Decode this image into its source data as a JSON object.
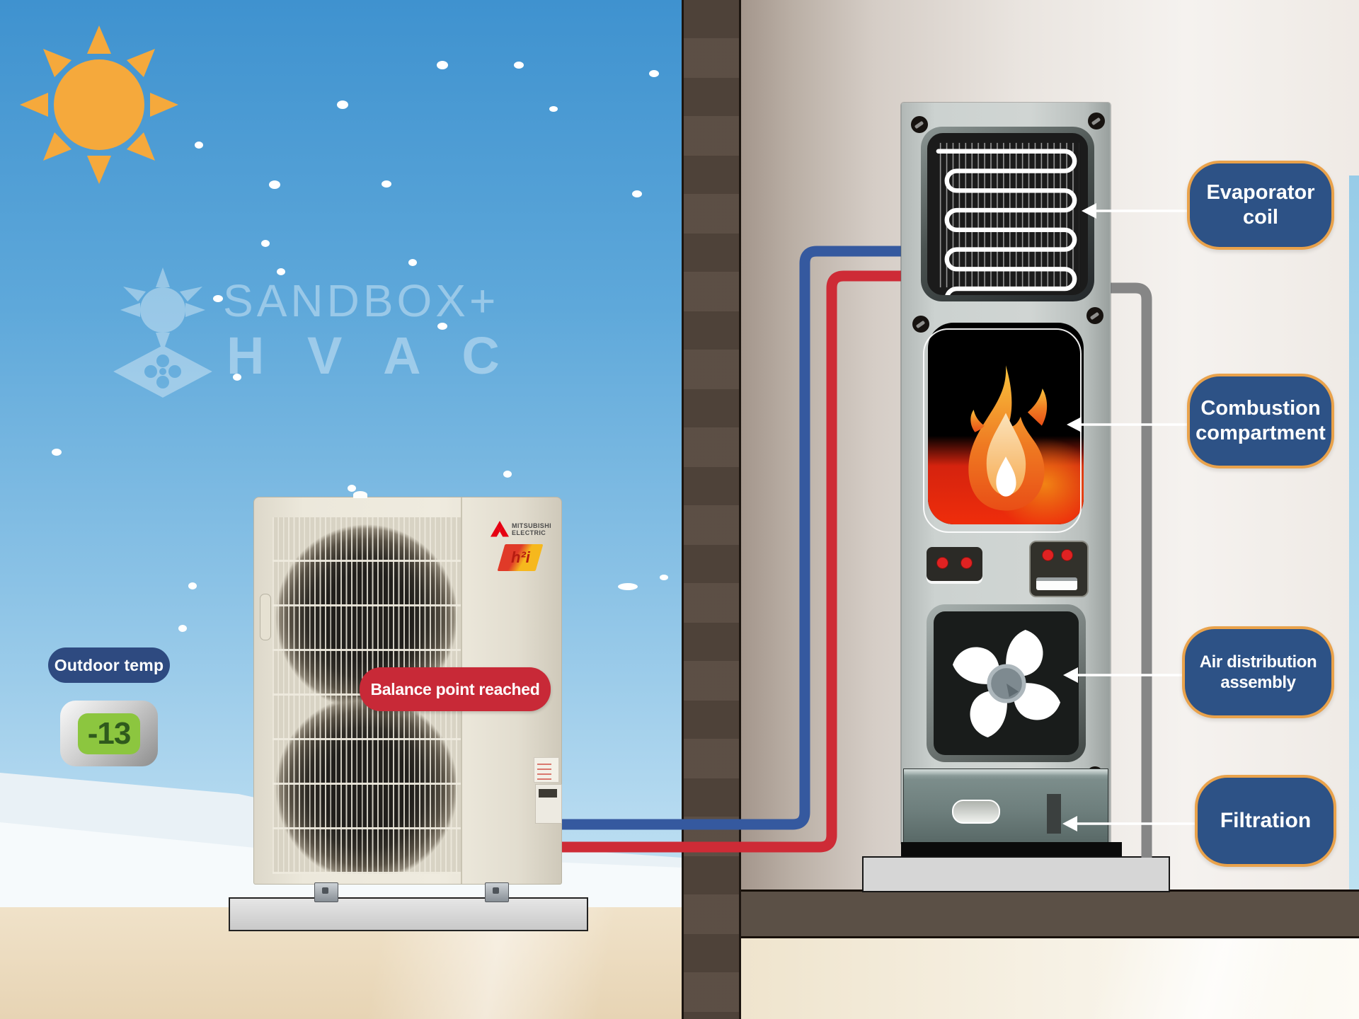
{
  "watermark": {
    "title": "SANDBOX+",
    "subtitle": "H V A C"
  },
  "outdoor": {
    "temp_badge_label": "Outdoor temp",
    "temp_value": "-13",
    "status_badge": "Balance point reached",
    "unit_brand_line1": "MITSUBISHI",
    "unit_brand_line2": "ELECTRIC",
    "unit_model_badge": "h²i"
  },
  "furnace_labels": {
    "evaporator": {
      "line1": "Evaporator",
      "line2": "coil"
    },
    "combustion": {
      "line1": "Combustion",
      "line2": "compartment"
    },
    "air_distribution": {
      "line1": "Air distribution",
      "line2": "assembly"
    },
    "filtration": {
      "line1": "Filtration"
    }
  },
  "colors": {
    "badge_navy": "#2e4a80",
    "status_bg": "#c82937",
    "temp_green": "#8cc63f",
    "label_bg": "#2d5286",
    "label_border": "#e9a24b",
    "pipe_cold": "#35599f",
    "pipe_hot": "#ce2b36",
    "sun": "#f5a93c"
  }
}
